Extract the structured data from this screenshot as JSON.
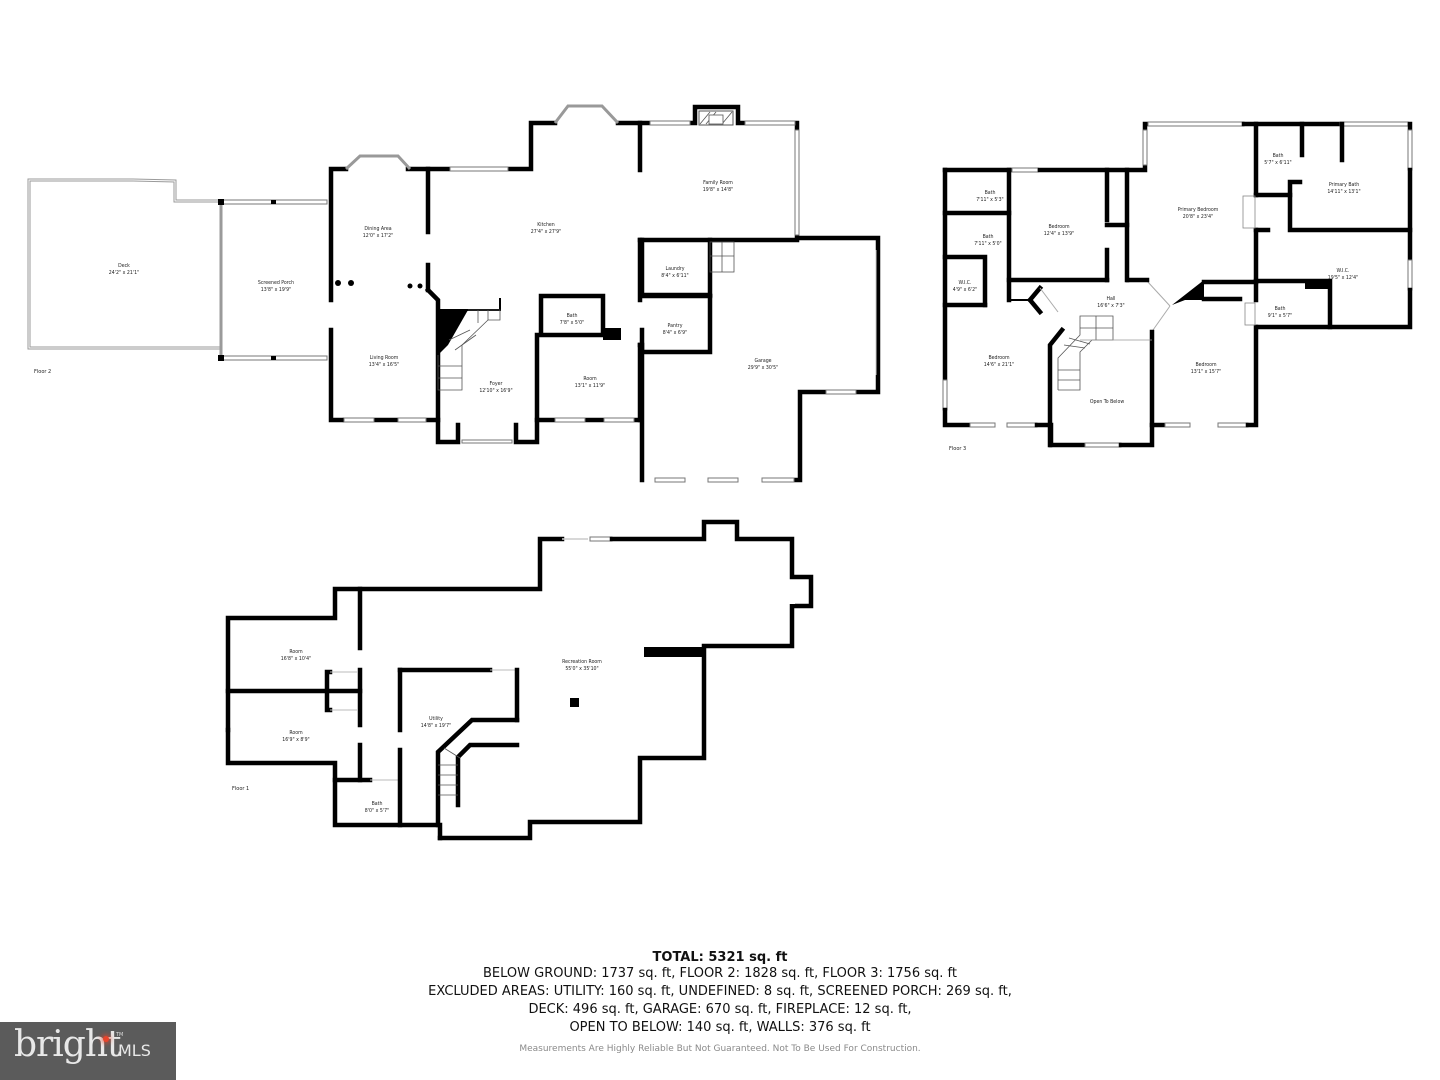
{
  "floors": {
    "floor2": {
      "label": "Floor 2",
      "rooms": [
        {
          "name": "Deck",
          "dims": "24'2\" x 21'1\""
        },
        {
          "name": "Screened Porch",
          "dims": "13'8\" x 19'9\""
        },
        {
          "name": "Dining Area",
          "dims": "12'0\" x 17'2\""
        },
        {
          "name": "Kitchen",
          "dims": "27'4\" x 27'9\""
        },
        {
          "name": "Family Room",
          "dims": "19'8\" x 14'8\""
        },
        {
          "name": "Living Room",
          "dims": "13'4\" x 16'5\""
        },
        {
          "name": "Foyer",
          "dims": "12'10\" x 16'9\""
        },
        {
          "name": "Bath",
          "dims": "7'8\" x 5'0\""
        },
        {
          "name": "Room",
          "dims": "13'1\" x 11'9\""
        },
        {
          "name": "Laundry",
          "dims": "8'4\" x 6'11\""
        },
        {
          "name": "Pantry",
          "dims": "8'4\" x 6'9\""
        },
        {
          "name": "Garage",
          "dims": "29'9\" x 30'5\""
        }
      ]
    },
    "floor3": {
      "label": "Floor 3",
      "rooms": [
        {
          "name": "Bath",
          "dims": "7'11\" x 5'3\""
        },
        {
          "name": "Bath",
          "dims": "7'11\" x 5'0\""
        },
        {
          "name": "W.I.C.",
          "dims": "4'9\" x 6'2\""
        },
        {
          "name": "Bedroom",
          "dims": "12'4\" x 13'9\""
        },
        {
          "name": "Primary Bedroom",
          "dims": "20'8\" x 23'4\""
        },
        {
          "name": "Bath",
          "dims": "5'7\" x 6'11\""
        },
        {
          "name": "Primary Bath",
          "dims": "14'11\" x 13'1\""
        },
        {
          "name": "W.I.C.",
          "dims": "19'5\" x 12'4\""
        },
        {
          "name": "Bath",
          "dims": "9'1\" x 5'7\""
        },
        {
          "name": "Hall",
          "dims": "16'6\" x 7'3\""
        },
        {
          "name": "Bedroom",
          "dims": "14'6\" x 21'1\""
        },
        {
          "name": "Open To Below",
          "dims": ""
        },
        {
          "name": "Bedroom",
          "dims": "13'1\" x 15'7\""
        }
      ]
    },
    "floor1": {
      "label": "Floor 1",
      "rooms": [
        {
          "name": "Room",
          "dims": "16'8\" x 10'4\""
        },
        {
          "name": "Room",
          "dims": "16'9\" x 8'9\""
        },
        {
          "name": "Bath",
          "dims": "8'0\" x 5'7\""
        },
        {
          "name": "Utility",
          "dims": "14'8\" x 19'7\""
        },
        {
          "name": "Recreation Room",
          "dims": "55'0\" x 35'10\""
        }
      ]
    }
  },
  "summary": {
    "total": "TOTAL: 5321 sq. ft",
    "line1": "BELOW GROUND: 1737 sq. ft, FLOOR 2: 1828 sq. ft, FLOOR 3: 1756 sq. ft",
    "line2": "EXCLUDED AREAS: UTILITY: 160 sq. ft, UNDEFINED: 8 sq. ft, SCREENED PORCH: 269 sq. ft,",
    "line3": "DECK: 496 sq. ft, GARAGE: 670 sq. ft, FIREPLACE: 12 sq. ft,",
    "line4": "OPEN TO BELOW: 140 sq. ft, WALLS: 376 sq. ft",
    "disclaimer": "Measurements Are Highly Reliable But Not Guaranteed. Not To Be Used For Construction."
  },
  "logo": {
    "word": "bright",
    "suffix": "MLS",
    "tm": "TM",
    "accent_color": "#e8442c",
    "bg_color": "#5b5b5b"
  }
}
